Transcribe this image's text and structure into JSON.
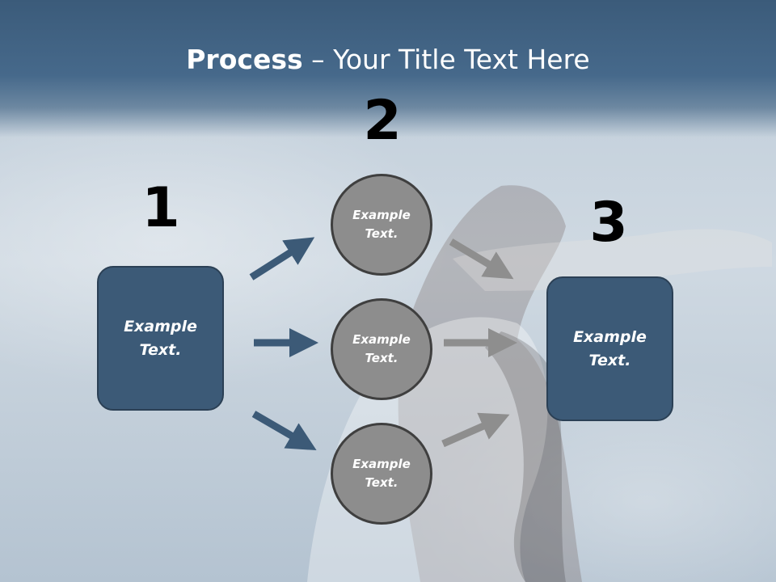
{
  "title": {
    "bold": "Process",
    "rest": " – Your Title Text Here"
  },
  "steps": {
    "step1": {
      "number": "1",
      "label": "Example\nText."
    },
    "step2": {
      "number": "2",
      "items": [
        {
          "label": "Example\nText."
        },
        {
          "label": "Example\nText."
        },
        {
          "label": "Example\nText."
        }
      ]
    },
    "step3": {
      "number": "3",
      "label": "Example\nText."
    }
  },
  "colors": {
    "box_fill": "#3c5a77",
    "circle_fill": "#8d8d8d",
    "arrow_blue": "#3c5a77",
    "arrow_gray": "#8e8e8e"
  }
}
